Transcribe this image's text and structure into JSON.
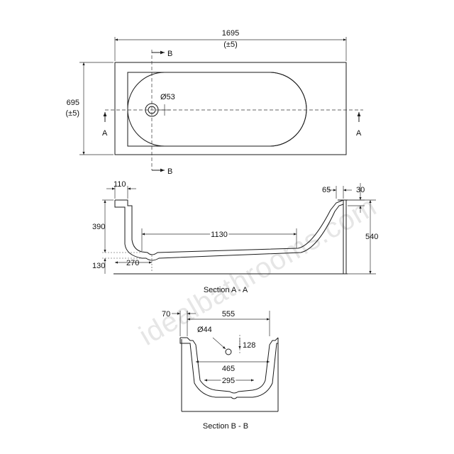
{
  "watermark": "idealbathrooms.com",
  "plan": {
    "length": "1695",
    "length_tol": "(±5)",
    "width": "695",
    "width_tol": "(±5)",
    "waste_dia": "Ø53",
    "section_a_left": "A",
    "section_a_right": "A",
    "section_b_top": "B",
    "section_b_bottom": "B"
  },
  "section_a": {
    "caption": "Section A - A",
    "rim_left": "110",
    "rim_right": "65",
    "edge_right": "30",
    "depth": "390",
    "base_length": "1130",
    "total_height": "540",
    "waste_height": "130",
    "waste_offset": "270"
  },
  "section_b": {
    "caption": "Section B - B",
    "rim_left": "70",
    "width_top": "555",
    "waste_dia": "Ø44",
    "waste_offset": "128",
    "width_mid": "465",
    "width_base": "295"
  }
}
